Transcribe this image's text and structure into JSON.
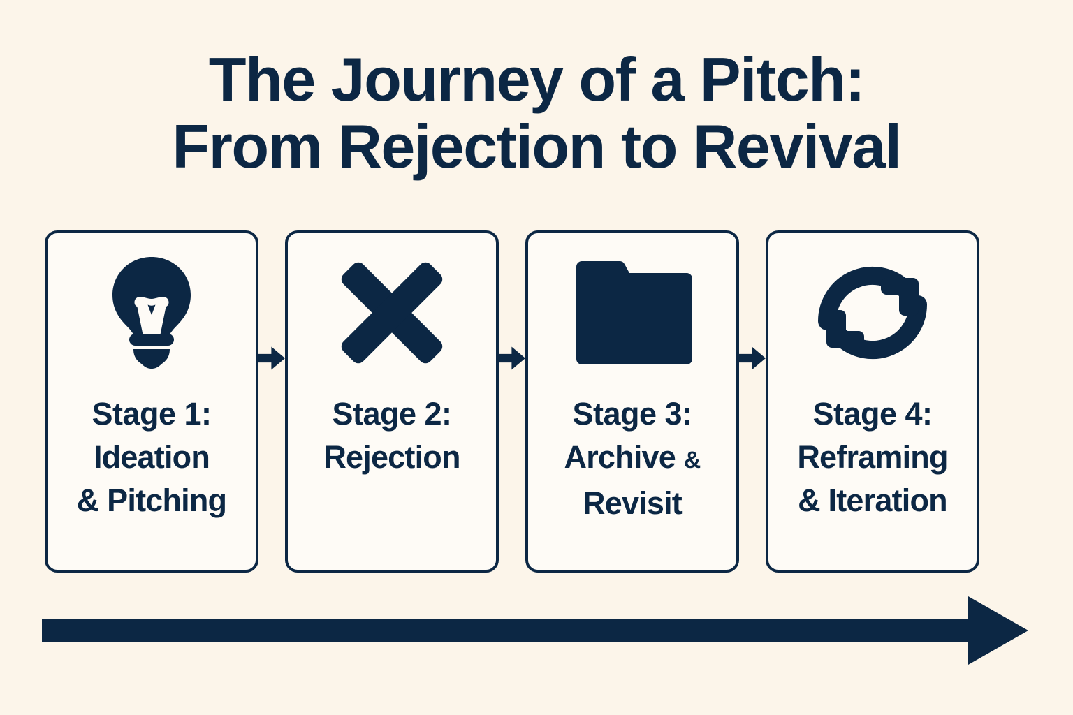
{
  "theme": {
    "background": "#FCF5EA",
    "card_background": "#FEFBF6",
    "ink": "#0C2744"
  },
  "title": {
    "line1": "The Journey of a Pitch:",
    "line2": "From Rejection to Revival"
  },
  "stages": [
    {
      "icon": "lightbulb-icon",
      "heading": "Stage 1:",
      "sub_lines": [
        "Ideation",
        "& Pitching"
      ]
    },
    {
      "icon": "cross-x-icon",
      "heading": "Stage 2:",
      "sub_lines": [
        "Rejection"
      ]
    },
    {
      "icon": "folder-icon",
      "heading": "Stage 3:",
      "sub_lines": [
        "Archive &",
        "Revisit"
      ]
    },
    {
      "icon": "refresh-cycle-icon",
      "heading": "Stage 4:",
      "sub_lines": [
        "Reframing",
        "& Iteration"
      ]
    }
  ],
  "connectors": [
    {
      "icon": "arrow-right-icon"
    },
    {
      "icon": "arrow-right-icon"
    },
    {
      "icon": "arrow-right-icon"
    }
  ],
  "timeline": {
    "icon": "timeline-arrow-right-icon"
  }
}
